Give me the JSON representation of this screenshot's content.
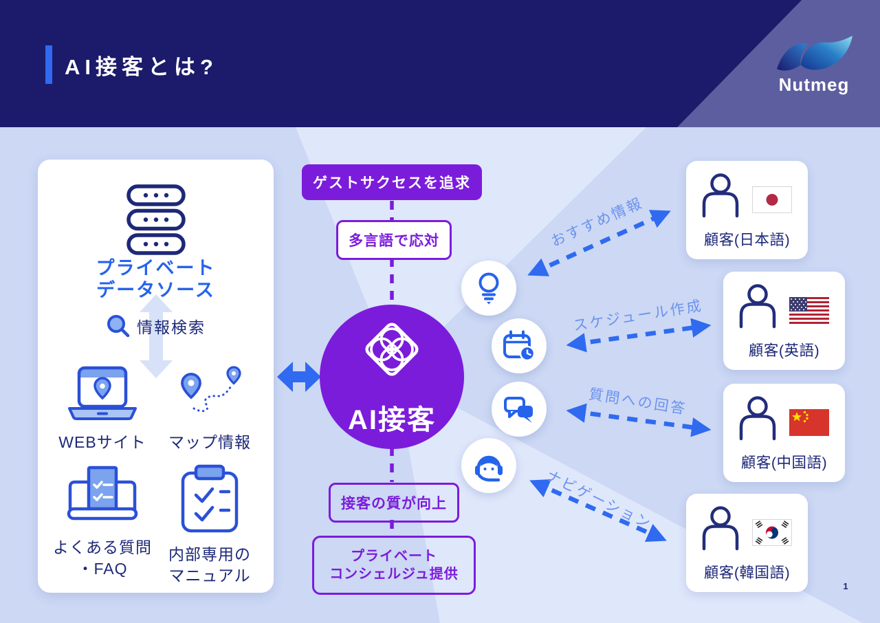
{
  "header": {
    "title": "AI接客とは?",
    "logo": "Nutmeg"
  },
  "page_number": "1",
  "left_panel": {
    "title_line1": "プライベート",
    "title_line2": "データソース",
    "search_label": "情報検索",
    "items": [
      {
        "line1": "WEBサイト",
        "line2": ""
      },
      {
        "line1": "マップ情報",
        "line2": ""
      },
      {
        "line1": "よくある質問",
        "line2": "・FAQ"
      },
      {
        "line1": "内部専用の",
        "line2": "マニュアル"
      }
    ]
  },
  "center": {
    "goal_badge": "ゲストサクセスを追求",
    "multilingual": "多言語で応対",
    "core": "AI接客",
    "quality": "接客の質が向上",
    "concierge_line1": "プライベート",
    "concierge_line2": "コンシェルジュ提供"
  },
  "flows": [
    {
      "icon": "lightbulb-icon",
      "label": "おすすめ情報"
    },
    {
      "icon": "calendar-clock-icon",
      "label": "スケジュール作成"
    },
    {
      "icon": "chat-bubbles-icon",
      "label": "質問への回答"
    },
    {
      "icon": "headset-agent-icon",
      "label": "ナビゲーション"
    }
  ],
  "customers": [
    {
      "flag": "japan",
      "label": "顧客(日本語)"
    },
    {
      "flag": "usa",
      "label": "顧客(英語)"
    },
    {
      "flag": "china",
      "label": "顧客(中国語)"
    },
    {
      "flag": "korea",
      "label": "顧客(韓国語)"
    }
  ],
  "colors": {
    "header_bg": "#1b1a6b",
    "corner_bg": "#5d5e9f",
    "accent_blue": "#2f6af0",
    "purple": "#7b1cdb",
    "navy_text": "#1e2878",
    "flow_label_blue": "#6b92ee",
    "bg_base": "#ccd8f4",
    "bg_wedge": "#dfe7fb"
  }
}
